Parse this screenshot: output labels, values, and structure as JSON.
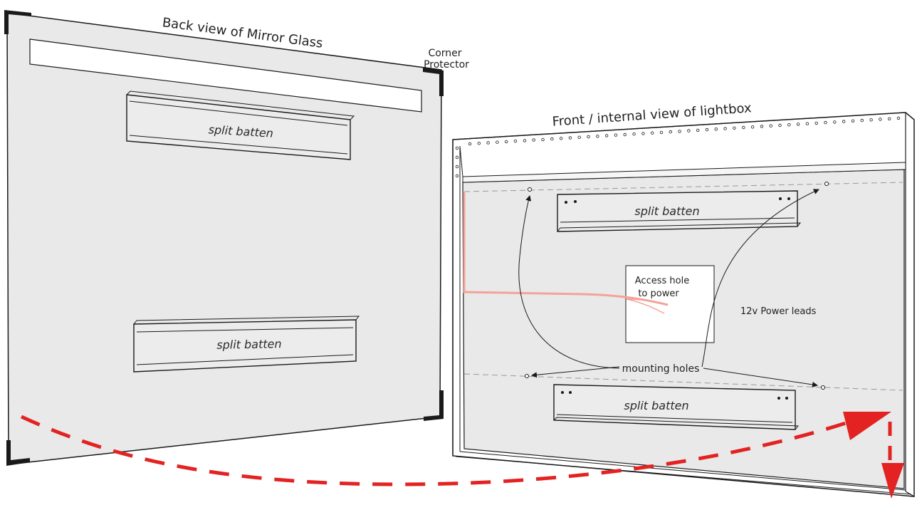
{
  "colors": {
    "panel_fill": "#e9e9e9",
    "line": "#1a1a1a",
    "accent_arrow": "#e32222",
    "power_lead": "#f4a29a",
    "dashed_guide": "#999999"
  },
  "mirror": {
    "title": "Back view of Mirror Glass",
    "corner_label_line1": "Corner",
    "corner_label_line2": "Protector",
    "batten_top_label": "split batten",
    "batten_bottom_label": "split batten"
  },
  "lightbox": {
    "title": "Front / internal view of lightbox",
    "batten_top_label": "split batten",
    "batten_bottom_label": "split batten",
    "access_hole_line1": "Access hole",
    "access_hole_line2": "to power",
    "power_leads_label": "12v Power leads",
    "mounting_holes_label": "mounting holes"
  },
  "icons": {
    "corner_protector": "corner-bracket-icon",
    "flip_arrow": "curved-dashed-arrow-icon",
    "down_arrow": "dashed-down-arrow-icon"
  }
}
